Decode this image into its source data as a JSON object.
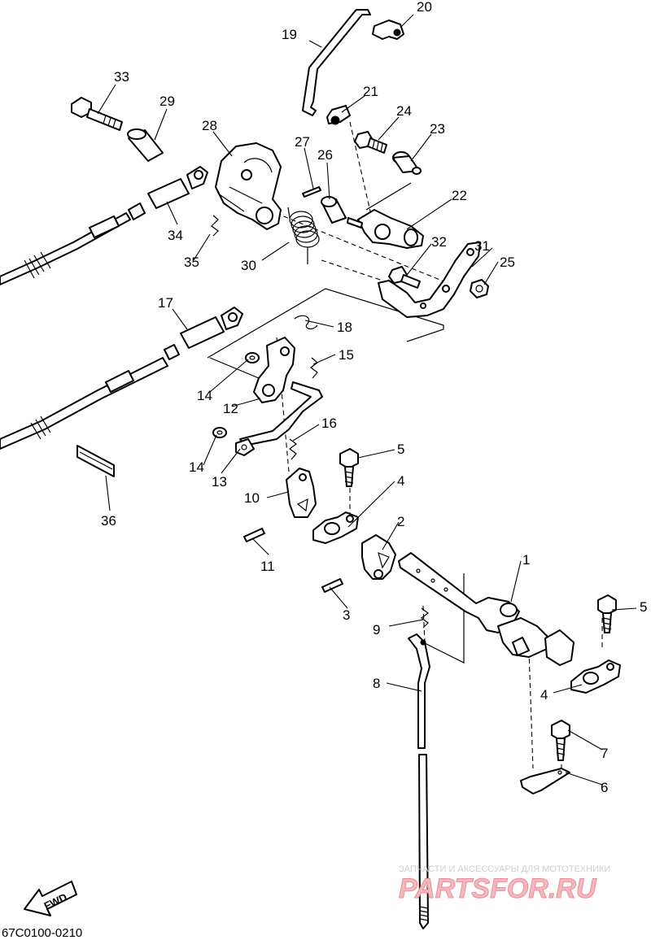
{
  "diagram": {
    "code": "67C0100-0210",
    "direction_label": "FWD",
    "watermark": {
      "tagline": "ЗАПЧАСТИ И АКСЕССУАРЫ ДЛЯ МОТОТЕХНИКИ",
      "brand": "PARTSFOR.RU"
    },
    "callouts": {
      "p1": "1",
      "p2": "2",
      "p3": "3",
      "p4a": "4",
      "p4b": "4",
      "p5a": "5",
      "p5b": "5",
      "p6": "6",
      "p7": "7",
      "p8": "8",
      "p9": "9",
      "p10": "10",
      "p11": "11",
      "p12": "12",
      "p13": "13",
      "p14a": "14",
      "p14b": "14",
      "p15": "15",
      "p16": "16",
      "p17": "17",
      "p18": "18",
      "p19": "19",
      "p20": "20",
      "p21": "21",
      "p22": "22",
      "p23": "23",
      "p24": "24",
      "p25": "25",
      "p26": "26",
      "p27": "27",
      "p28": "28",
      "p29": "29",
      "p30": "30",
      "p31": "31",
      "p32": "32",
      "p33": "33",
      "p34": "34",
      "p35": "35",
      "p36": "36"
    }
  }
}
